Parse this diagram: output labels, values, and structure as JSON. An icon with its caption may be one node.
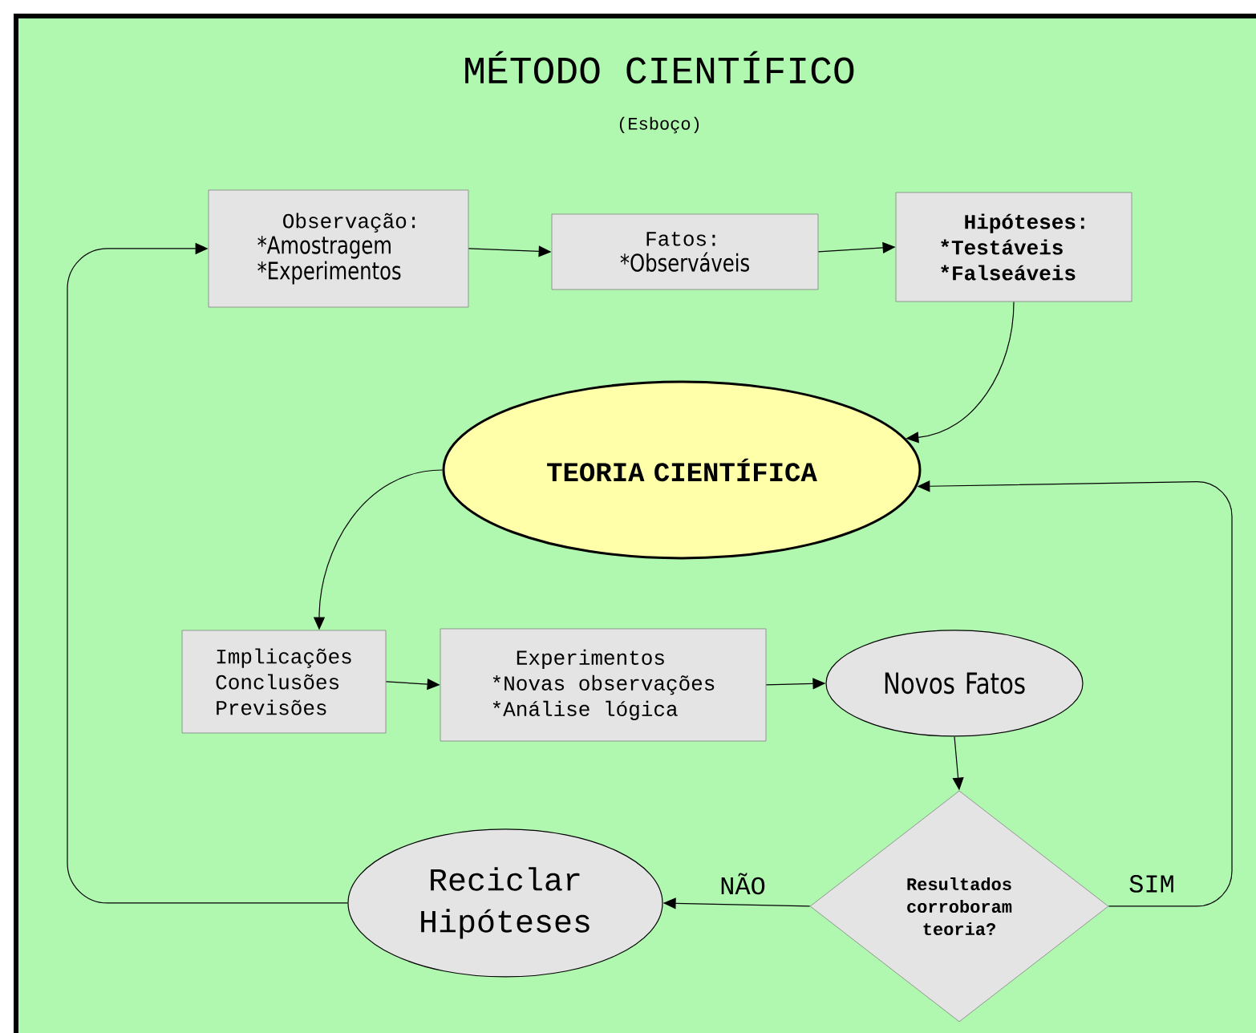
{
  "diagram": {
    "title": "MÉTODO CIENTÍFICO",
    "nodes": [
      {
        "text": [
          "Observação:",
          "*Amostragem",
          "*Experimentos"
        ]
      },
      {
        "text": [
          "Fatos:",
          "*Observáveis"
        ]
      },
      {
        "text": [
          "Hipóteses:",
          "*Testáveis",
          "*Falseáveis"
        ]
      },
      {
        "text": [
          "TEORIA CIENTÍFICA"
        ]
      },
      {
        "text": [
          "Implicações",
          "Conclusões",
          "Previsões"
        ]
      },
      {
        "text": [
          "Experimentos",
          "*Novas observações",
          "*Análise lógica"
        ]
      },
      {
        "text": [
          "Novos Fatos"
        ]
      },
      {
        "text": [
          "Resultados corroboram teoria?"
        ]
      },
      {
        "text": [
          "Reciclar Hipóteses"
        ]
      }
    ],
    "edges": [
      {
        "from": 0,
        "to": 1,
        "arrow": "to"
      },
      {
        "from": 1,
        "to": 2,
        "arrow": "to"
      },
      {
        "from": 2,
        "to": 3,
        "arrow": "to"
      },
      {
        "from": 3,
        "to": 4,
        "arrow": "to"
      },
      {
        "from": 4,
        "to": 5,
        "arrow": "to"
      },
      {
        "from": 5,
        "to": 6,
        "arrow": "to"
      },
      {
        "from": 6,
        "to": 7,
        "arrow": "to"
      },
      {
        "from": 7,
        "to": 8,
        "arrow": "to",
        "label": "NÃO"
      },
      {
        "from": 7,
        "to": 3,
        "arrow": "to",
        "label": "SIM"
      },
      {
        "from": 8,
        "to": 0,
        "arrow": "to"
      }
    ],
    "labels": [
      "(Esboço)"
    ]
  }
}
